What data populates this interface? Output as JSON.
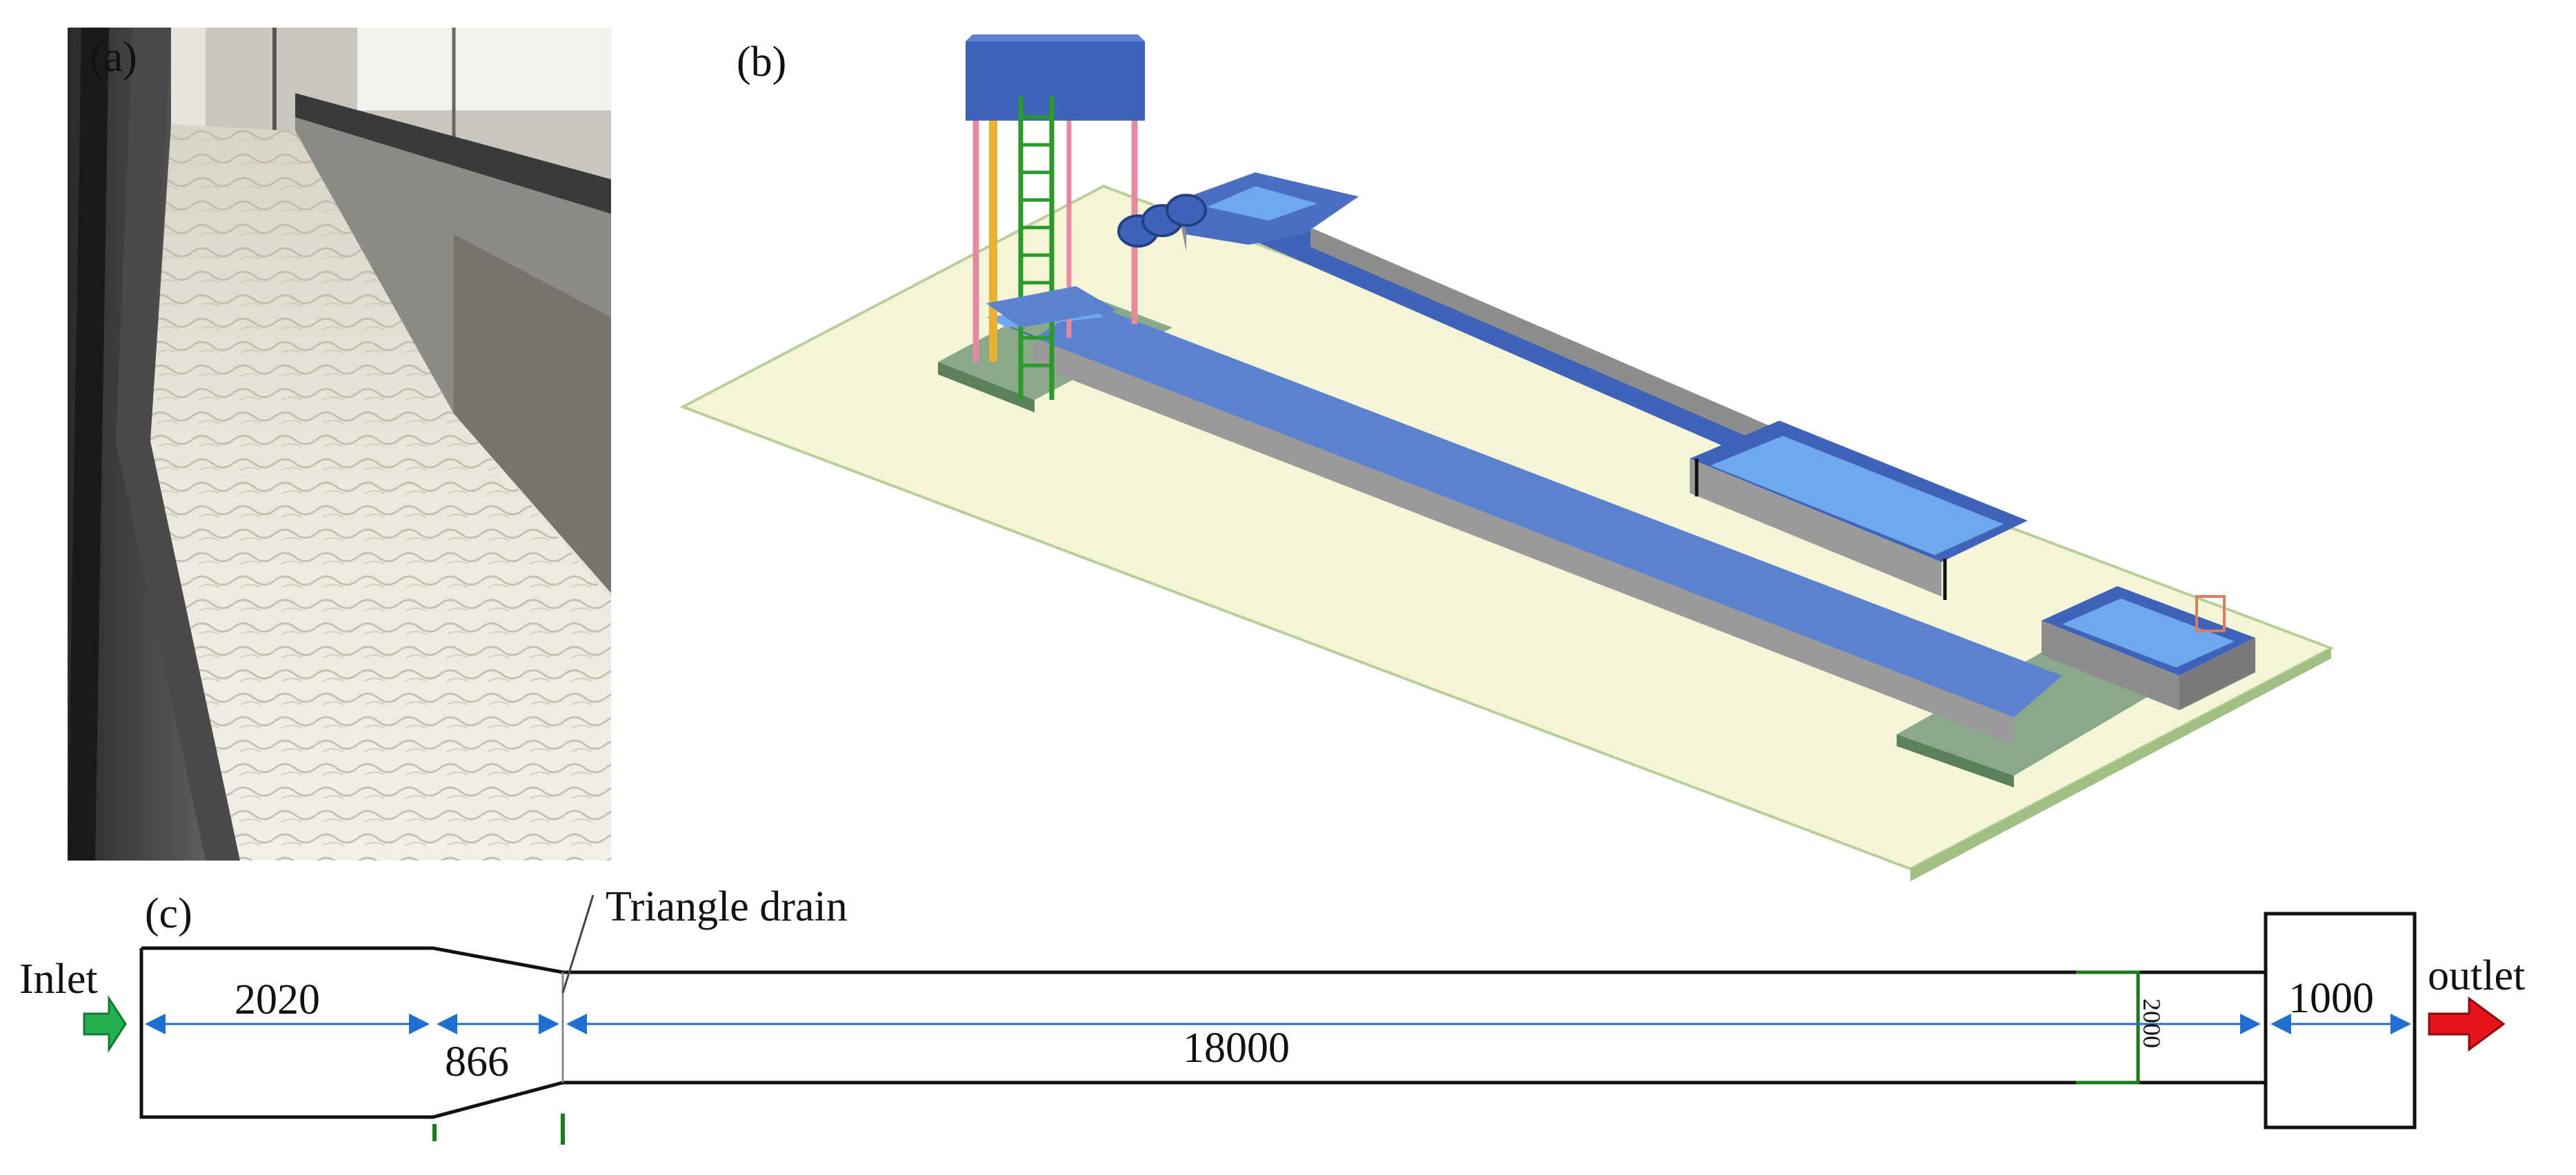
{
  "panels": {
    "a_label": "(a)",
    "b_label": "(b)",
    "c_label": "(c)"
  },
  "plan": {
    "inlet_label": "Inlet",
    "outlet_label": "outlet",
    "triangle_drain_label": "Triangle drain",
    "dim_inlet_section": "2020",
    "dim_transition": "866",
    "dim_channel_length": "18000",
    "dim_channel_width": "2000",
    "dim_outlet_box": "1000"
  },
  "colors": {
    "inlet_arrow": "#22b14c",
    "outlet_arrow": "#e8141c",
    "dimension_line": "#1f6fd0",
    "flume_blue": "#3f63b8",
    "water_blue": "#6ea8ee",
    "base_plate": "#f4f5d6",
    "gate_green": "#1a7d1a"
  }
}
